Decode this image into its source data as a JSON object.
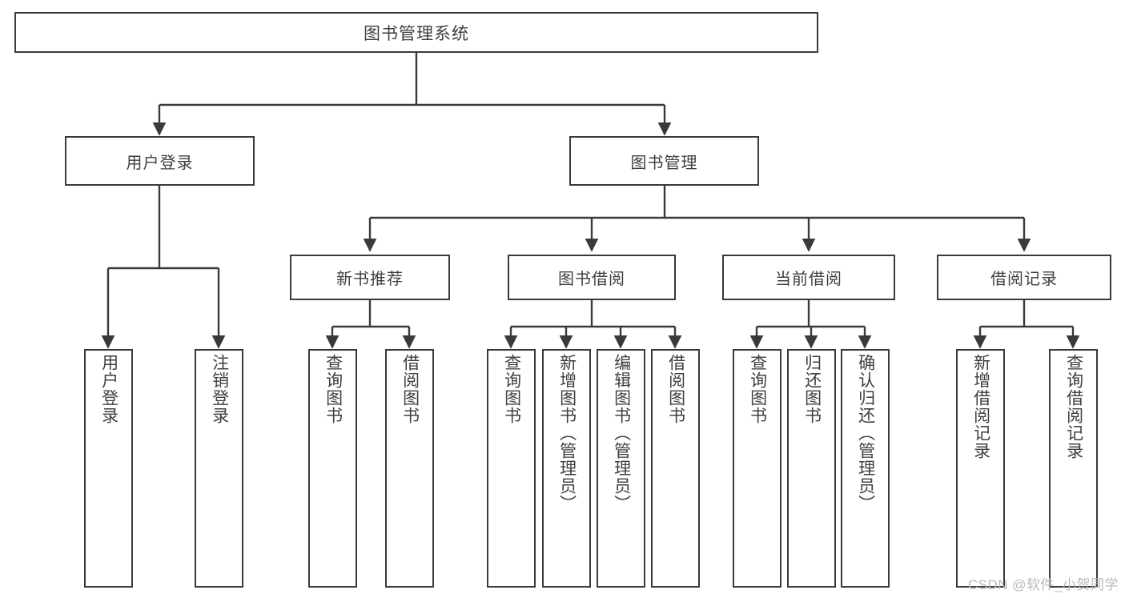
{
  "diagram": {
    "type": "tree",
    "title": "图书管理系统",
    "orientation": "top-down",
    "colors": {
      "box_border": "#3a3a3a",
      "box_fill": "#ffffff",
      "connector": "#3a3a3a",
      "text": "#3f3f3f",
      "watermark": "#b9b9b9",
      "background": "#ffffff"
    },
    "root": {
      "label": "图书管理系统"
    },
    "level1": [
      {
        "label": "用户登录"
      },
      {
        "label": "图书管理"
      }
    ],
    "level2": [
      {
        "label": "新书推荐"
      },
      {
        "label": "图书借阅"
      },
      {
        "label": "当前借阅"
      },
      {
        "label": "借阅记录"
      }
    ],
    "leaves": {
      "user_login": [
        {
          "label": "用户登录"
        },
        {
          "label": "注销登录"
        }
      ],
      "new_book_recommend": [
        {
          "label": "查询图书"
        },
        {
          "label": "借阅图书"
        }
      ],
      "book_borrow": [
        {
          "label": "查询图书"
        },
        {
          "label": "新增图书（管理员）"
        },
        {
          "label": "编辑图书（管理员）"
        },
        {
          "label": "借阅图书"
        }
      ],
      "current_borrow": [
        {
          "label": "查询图书"
        },
        {
          "label": "归还图书"
        },
        {
          "label": "确认归还（管理员）"
        }
      ],
      "borrow_record": [
        {
          "label": "新增借阅记录"
        },
        {
          "label": "查询借阅记录"
        }
      ]
    }
  },
  "watermark": {
    "text": "CSDN @软件_小贺同学"
  }
}
